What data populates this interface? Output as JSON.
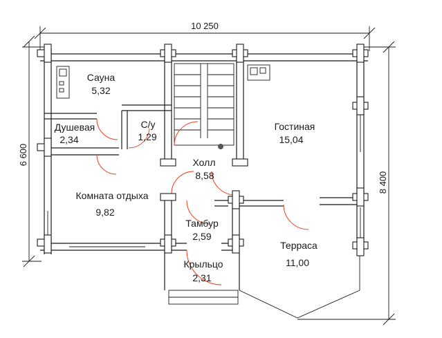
{
  "dimensions": {
    "top_width": "10 250",
    "left_height": "6 600",
    "right_height": "8 400"
  },
  "rooms": [
    {
      "name": "Сауна",
      "area": "5,32"
    },
    {
      "name": "Душевая",
      "area": "2,34"
    },
    {
      "name": "С/у",
      "area": "1,29"
    },
    {
      "name": "Холл",
      "area": "8,58"
    },
    {
      "name": "Гостиная",
      "area": "15,04"
    },
    {
      "name": "Комната отдыха",
      "area": "9,82"
    },
    {
      "name": "Тамбур",
      "area": "2,59"
    },
    {
      "name": "Терраса",
      "area": "11,00"
    },
    {
      "name": "Крыльцо",
      "area": "2,31"
    }
  ],
  "colors": {
    "wall": "#1a1a1a",
    "door_swing": "#e8401c",
    "background": "#ffffff"
  }
}
